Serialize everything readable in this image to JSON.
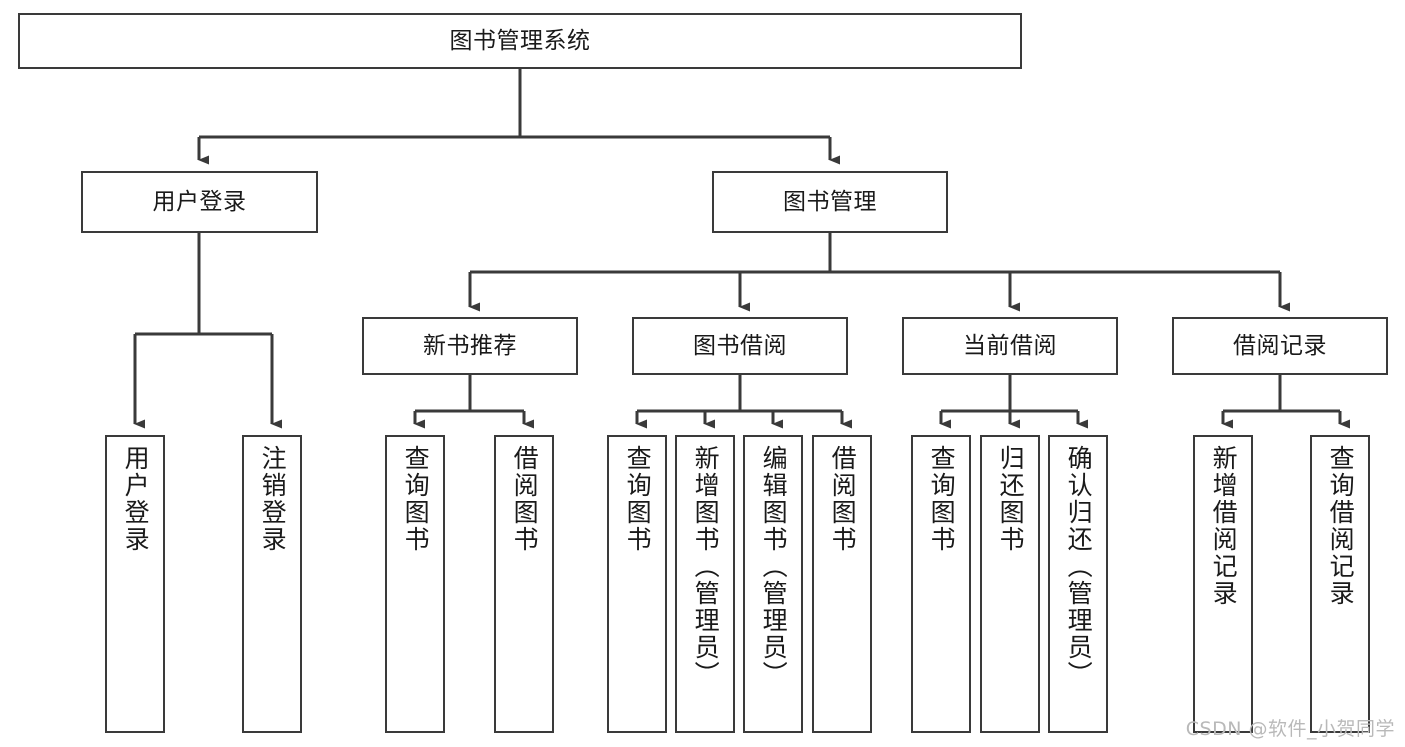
{
  "diagram": {
    "type": "tree-hierarchy",
    "title": "图书管理系统",
    "orientation": "top-down",
    "colors": {
      "background": "#ffffff",
      "box_border": "#3a3a3a",
      "box_fill": "#ffffff",
      "connector": "#3a3a3a",
      "text": "#1a1a1a",
      "watermark": "#b9b9b9"
    },
    "root": {
      "label": "图书管理系统"
    },
    "level2": [
      {
        "label": "用户登录"
      },
      {
        "label": "图书管理"
      }
    ],
    "level3": [
      {
        "label": "新书推荐"
      },
      {
        "label": "图书借阅"
      },
      {
        "label": "当前借阅"
      },
      {
        "label": "借阅记录"
      }
    ],
    "leaves": {
      "user_login": [
        {
          "label": "用户登录"
        },
        {
          "label": "注销登录"
        }
      ],
      "new_book_recommend": [
        {
          "label": "查询图书"
        },
        {
          "label": "借阅图书"
        }
      ],
      "book_borrow": [
        {
          "label": "查询图书"
        },
        {
          "label": "新增图书（管理员）"
        },
        {
          "label": "编辑图书（管理员）"
        },
        {
          "label": "借阅图书"
        }
      ],
      "current_borrow": [
        {
          "label": "查询图书"
        },
        {
          "label": "归还图书"
        },
        {
          "label": "确认归还（管理员）"
        }
      ],
      "borrow_record": [
        {
          "label": "新增借阅记录"
        },
        {
          "label": "查询借阅记录"
        }
      ]
    }
  },
  "watermark": {
    "text": "CSDN @软件_小贺同学"
  }
}
